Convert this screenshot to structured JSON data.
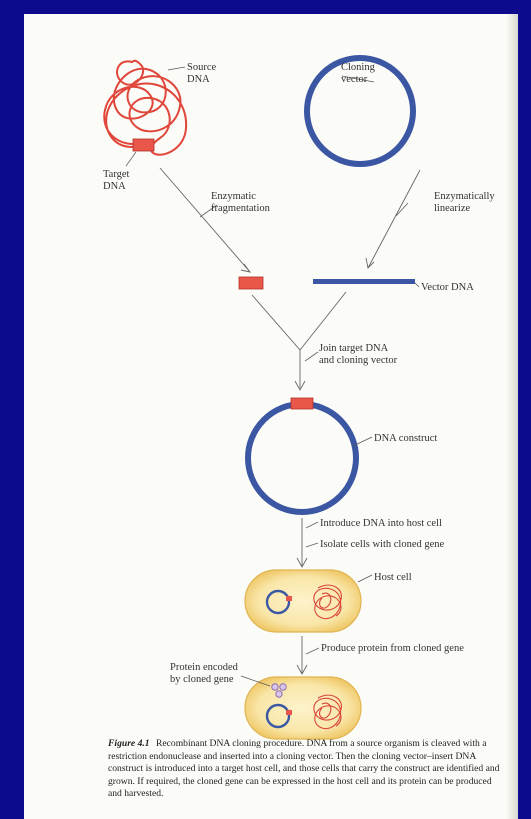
{
  "labels": {
    "source_dna": [
      "Source",
      "DNA"
    ],
    "cloning_vector": [
      "Cloning",
      "vector"
    ],
    "target_dna": [
      "Target",
      "DNA"
    ],
    "enzymatic_fragmentation": [
      "Enzymatic",
      "fragmentation"
    ],
    "enzymatically_linearize": [
      "Enzymatically",
      "linearize"
    ],
    "vector_dna": "Vector DNA",
    "join": [
      "Join target DNA",
      "and cloning vector"
    ],
    "dna_construct": "DNA construct",
    "introduce": "Introduce DNA into host cell",
    "isolate": "Isolate cells with cloned gene",
    "host_cell": "Host cell",
    "produce": "Produce protein from cloned gene",
    "protein_encoded": [
      "Protein encoded",
      "by cloned gene"
    ]
  },
  "caption": {
    "figure_label": "Figure 4.1",
    "text": "Recombinant DNA cloning procedure. DNA from a source organism is cleaved with a restriction endonuclease and inserted into a cloning vector. Then the cloning vector–insert DNA construct is introduced into a target host cell, and those cells that carry the construct are identified and grown. If required, the cloned gene can be expressed in the host cell and its protein can be produced and harvested."
  },
  "colors": {
    "background": "#0d0a8e",
    "paper": "#fbfbf7",
    "source_dna": "#e0463a",
    "target_dna": "#e8574a",
    "vector": "#3b57a3",
    "cell_fill": "#f8e3a0",
    "cell_border": "#e0b450",
    "protein": "#a98cc4"
  }
}
